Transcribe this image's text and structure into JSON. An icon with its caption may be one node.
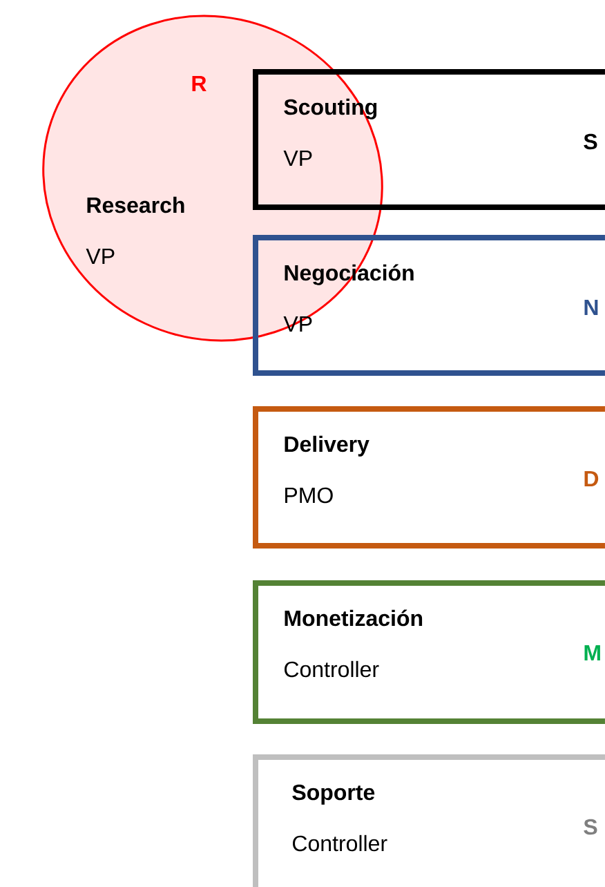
{
  "diagram": {
    "nodes": [
      {
        "text": [
          "R",
          "Research",
          "VP"
        ]
      },
      {
        "text": [
          "Scouting",
          "VP",
          "S"
        ]
      },
      {
        "text": [
          "Negociación",
          "VP",
          "N"
        ]
      },
      {
        "text": [
          "Delivery",
          "PMO",
          "D"
        ]
      },
      {
        "text": [
          "Monetización",
          "Controller",
          "M"
        ]
      },
      {
        "text": [
          "Soporte",
          "Controller",
          "S"
        ]
      }
    ]
  }
}
